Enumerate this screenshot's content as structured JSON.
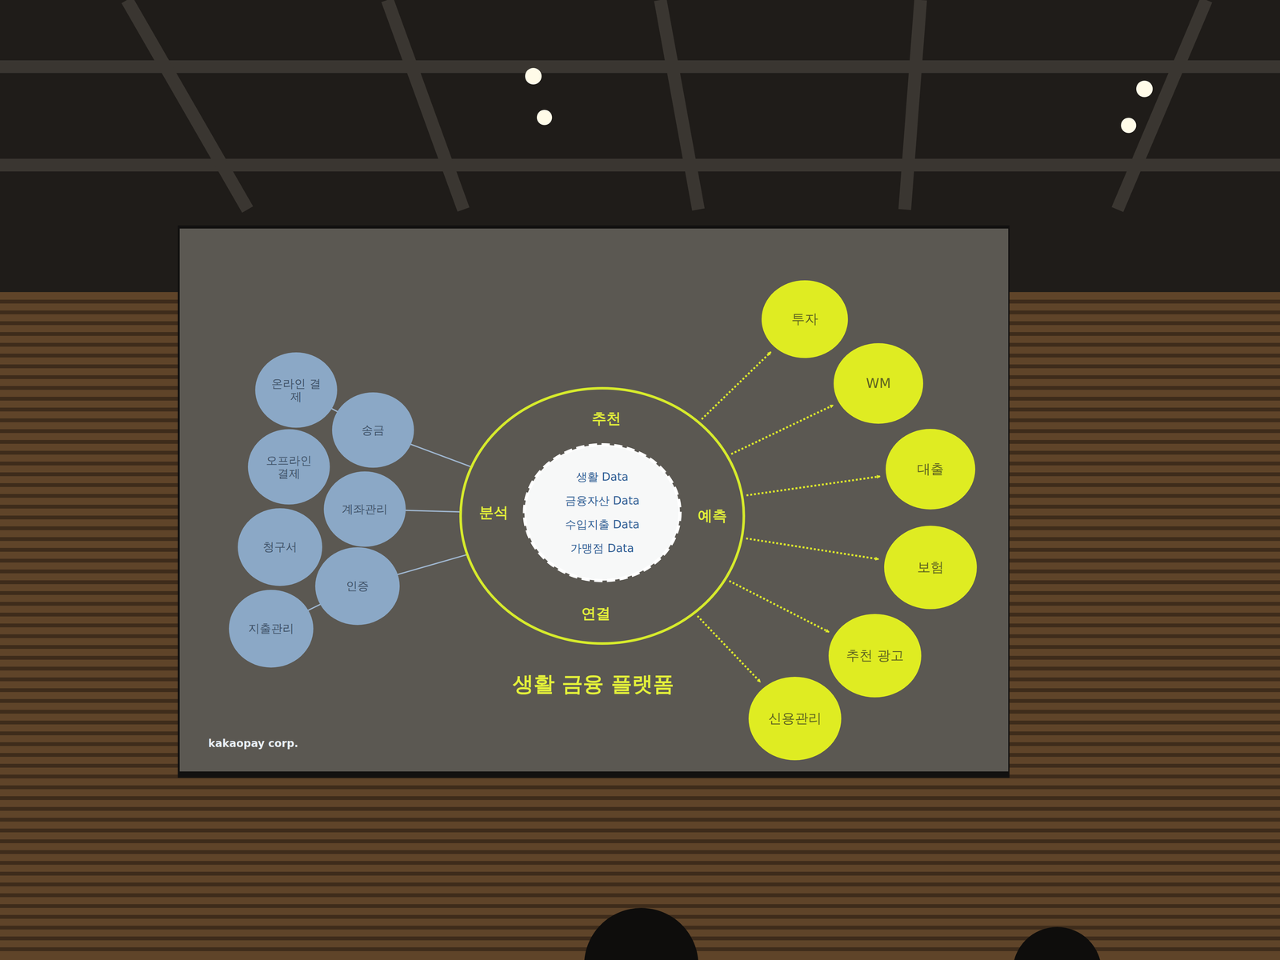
{
  "diagram": {
    "nodes": [
      {
        "text": [
          "온라인 결제"
        ]
      },
      {
        "text": [
          "송금"
        ]
      },
      {
        "text": [
          "오프라인 결제"
        ]
      },
      {
        "text": [
          "계좌관리"
        ]
      },
      {
        "text": [
          "청구서"
        ]
      },
      {
        "text": [
          "인증"
        ]
      },
      {
        "text": [
          "지출관리"
        ]
      },
      {
        "text": [
          "추천",
          "분석",
          "예측",
          "연결",
          "생활 금융 플랫폼"
        ]
      },
      {
        "text": [
          "생활 Data",
          "금융자산 Data",
          "수입지출 Data",
          "가맹점 Data"
        ],
        "in": 7
      },
      {
        "text": [
          "투자"
        ]
      },
      {
        "text": [
          "WM"
        ]
      },
      {
        "text": [
          "대출"
        ]
      },
      {
        "text": [
          "보험"
        ]
      },
      {
        "text": [
          "추천 광고"
        ]
      },
      {
        "text": [
          "신용관리"
        ]
      }
    ],
    "edges": [
      {
        "from": 0,
        "to": 1,
        "arrow": "none"
      },
      {
        "from": 1,
        "to": 7,
        "arrow": "none"
      },
      {
        "from": 3,
        "to": 7,
        "arrow": "none"
      },
      {
        "from": 6,
        "to": 5,
        "arrow": "none"
      },
      {
        "from": 5,
        "to": 7,
        "arrow": "none"
      },
      {
        "from": 7,
        "to": 9,
        "arrow": "to"
      },
      {
        "from": 7,
        "to": 10,
        "arrow": "to"
      },
      {
        "from": 7,
        "to": 11,
        "arrow": "to"
      },
      {
        "from": 7,
        "to": 12,
        "arrow": "to"
      },
      {
        "from": 7,
        "to": 13,
        "arrow": "to"
      },
      {
        "from": 7,
        "to": 14,
        "arrow": "to"
      }
    ],
    "labels": [
      "kakaopay corp."
    ]
  }
}
